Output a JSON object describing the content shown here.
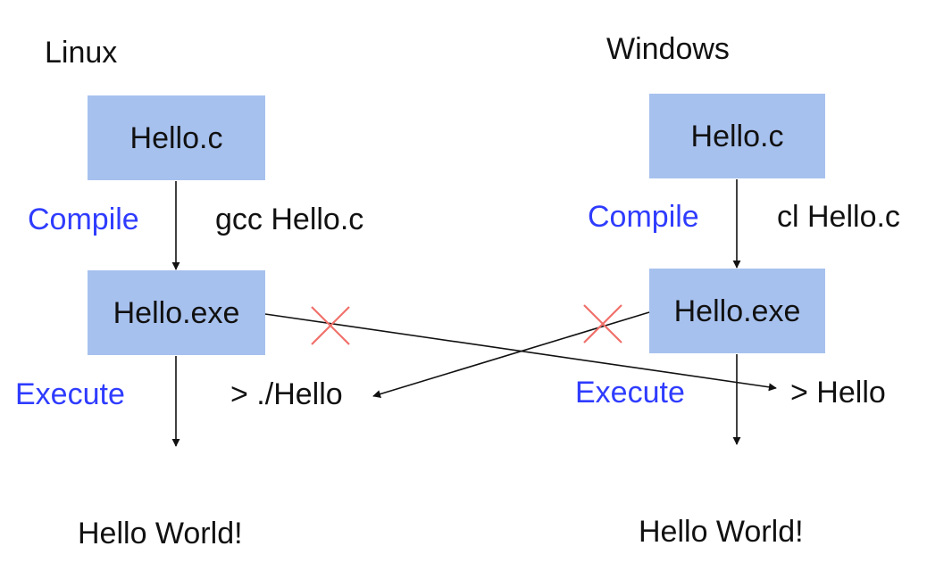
{
  "linux": {
    "title": "Linux",
    "source_box": "Hello.c",
    "compile_label": "Compile",
    "compile_command": "gcc Hello.c",
    "exe_box": "Hello.exe",
    "execute_label": "Execute",
    "run_command": "> ./Hello",
    "output": "Hello World!"
  },
  "windows": {
    "title": "Windows",
    "source_box": "Hello.c",
    "compile_label": "Compile",
    "compile_command": "cl Hello.c",
    "exe_box": "Hello.exe",
    "execute_label": "Execute",
    "run_command": "> Hello",
    "output": "Hello World!"
  },
  "colors": {
    "box_fill": "#a7c1ee",
    "step_label": "#2f3cff",
    "cross_mark": "#f0706a",
    "line": "#111111"
  }
}
